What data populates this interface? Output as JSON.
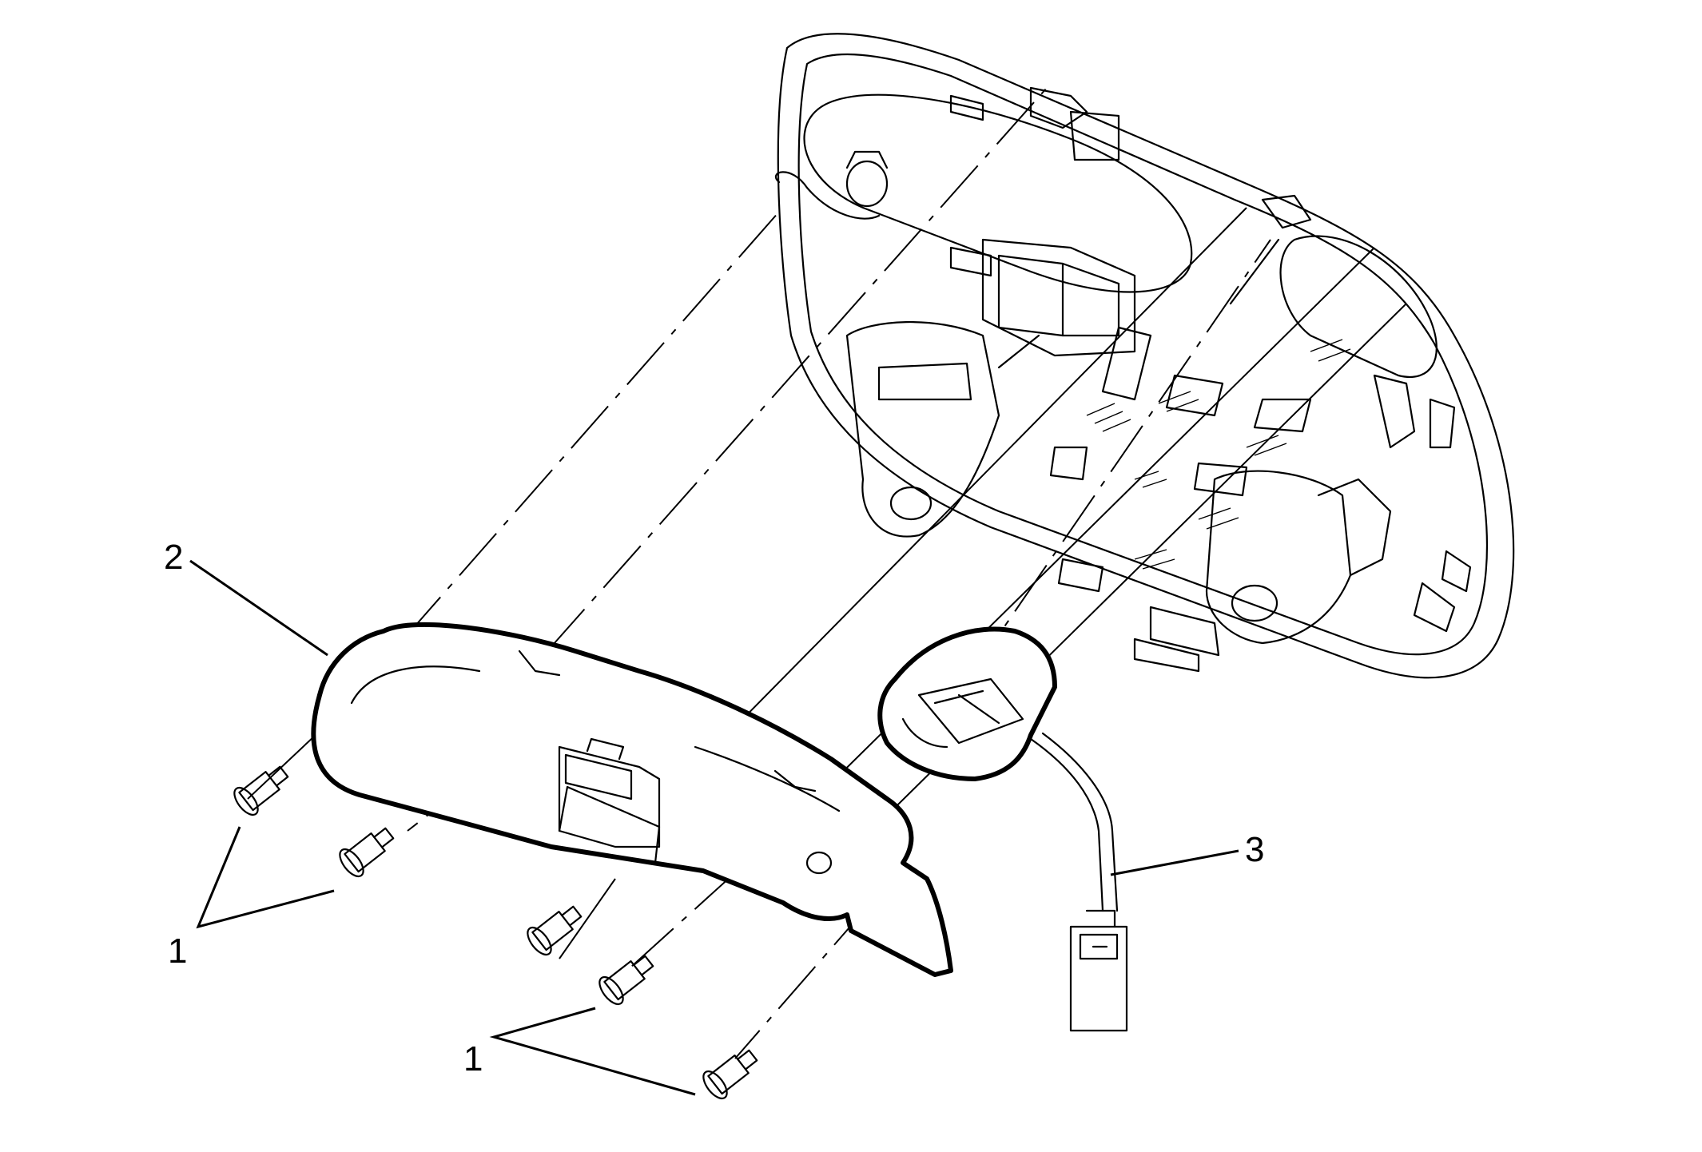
{
  "callouts": [
    {
      "id": "1a",
      "text": "1"
    },
    {
      "id": "1b",
      "text": "1"
    },
    {
      "id": "2",
      "text": "2"
    },
    {
      "id": "3",
      "text": "3"
    }
  ],
  "colors": {
    "ink": "#000000",
    "paper": "#ffffff"
  }
}
